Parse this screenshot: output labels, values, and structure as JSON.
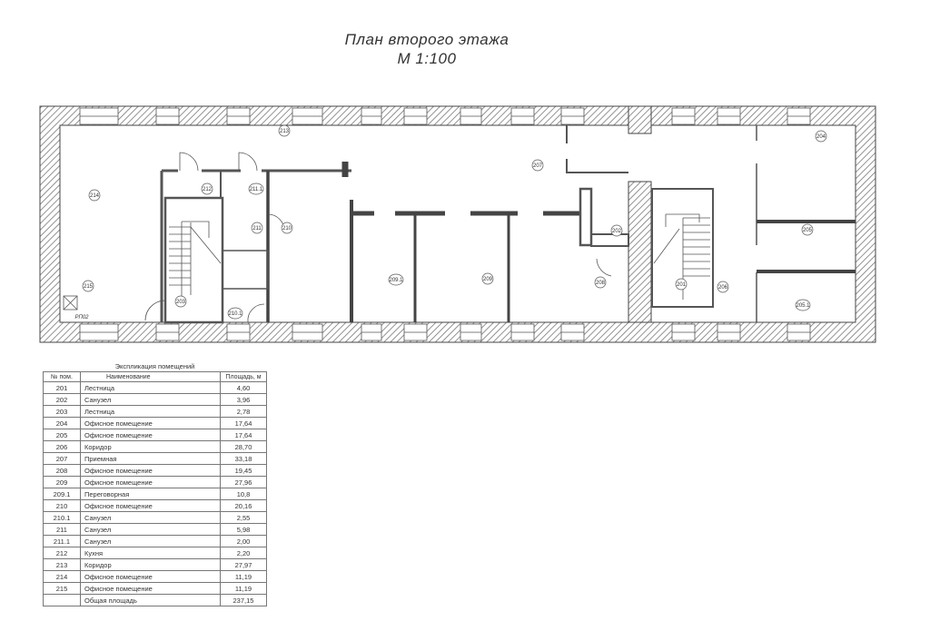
{
  "title": {
    "line1": "План второго этажа",
    "line2": "М 1:100"
  },
  "plan": {
    "rooms": [
      "213",
      "214",
      "215",
      "212",
      "211.1",
      "211",
      "210",
      "203",
      "210.1",
      "207",
      "209.1",
      "209",
      "208",
      "202",
      "201",
      "206",
      "204",
      "205",
      "205.1"
    ],
    "equipment_label": "РП02"
  },
  "explication": {
    "caption": "Экспликация помещений",
    "headers": {
      "num": "№ пом.",
      "name": "Наименование",
      "area": "Площадь, м"
    },
    "rows": [
      {
        "num": "201",
        "name": "Лестница",
        "area": "4,60"
      },
      {
        "num": "202",
        "name": "Санузел",
        "area": "3,96"
      },
      {
        "num": "203",
        "name": "Лестница",
        "area": "2,78"
      },
      {
        "num": "204",
        "name": "Офисное помещение",
        "area": "17,64"
      },
      {
        "num": "205",
        "name": "Офисное помещение",
        "area": "17,64"
      },
      {
        "num": "206",
        "name": "Коридор",
        "area": "28,70"
      },
      {
        "num": "207",
        "name": "Приемная",
        "area": "33,18"
      },
      {
        "num": "208",
        "name": "Офисное помещение",
        "area": "19,45"
      },
      {
        "num": "209",
        "name": "Офисное помещение",
        "area": "27,96"
      },
      {
        "num": "209.1",
        "name": "Переговорная",
        "area": "10,8"
      },
      {
        "num": "210",
        "name": "Офисное помещение",
        "area": "20,16"
      },
      {
        "num": "210.1",
        "name": "Санузел",
        "area": "2,55"
      },
      {
        "num": "211",
        "name": "Санузел",
        "area": "5,98"
      },
      {
        "num": "211.1",
        "name": "Санузел",
        "area": "2,00"
      },
      {
        "num": "212",
        "name": "Кухня",
        "area": "2,20"
      },
      {
        "num": "213",
        "name": "Коридор",
        "area": "27,97"
      },
      {
        "num": "214",
        "name": "Офисное помещение",
        "area": "11,19"
      },
      {
        "num": "215",
        "name": "Офисное помещение",
        "area": "11,19"
      }
    ],
    "total": {
      "num": "",
      "name": "Общая площадь",
      "area": "237,15"
    }
  }
}
